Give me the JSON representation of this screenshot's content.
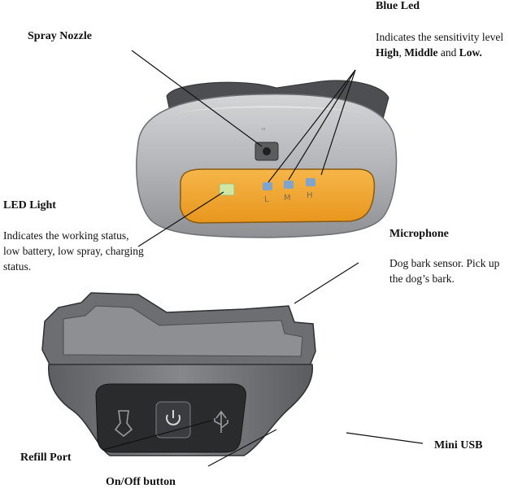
{
  "callouts": {
    "blue_led": {
      "title": "Blue Led",
      "desc_prefix": "Indicates the sensitivity level ",
      "high": "High",
      "sep1": ", ",
      "middle": "Middle",
      "sep2": " and ",
      "low": "Low."
    },
    "spray_nozzle": {
      "title": "Spray Nozzle"
    },
    "led_light": {
      "title": "LED Light",
      "desc": "Indicates the working status, low battery, low spray, charging status."
    },
    "microphone": {
      "title": "Microphone",
      "desc": "Dog bark sensor. Pick up the dog’s bark."
    },
    "refill_port": {
      "title": "Refill Port"
    },
    "on_off_button": {
      "title": "On/Off button"
    },
    "mini_usb": {
      "title": "Mini USB"
    }
  },
  "device": {
    "indicator_labels": [
      "L",
      "M",
      "H"
    ],
    "colors": {
      "body": "#a9abae",
      "body_dark": "#56585b",
      "panel": "#f1a530",
      "blue_led": "#7ea4cf",
      "green_led": "#cfe7a3"
    }
  }
}
